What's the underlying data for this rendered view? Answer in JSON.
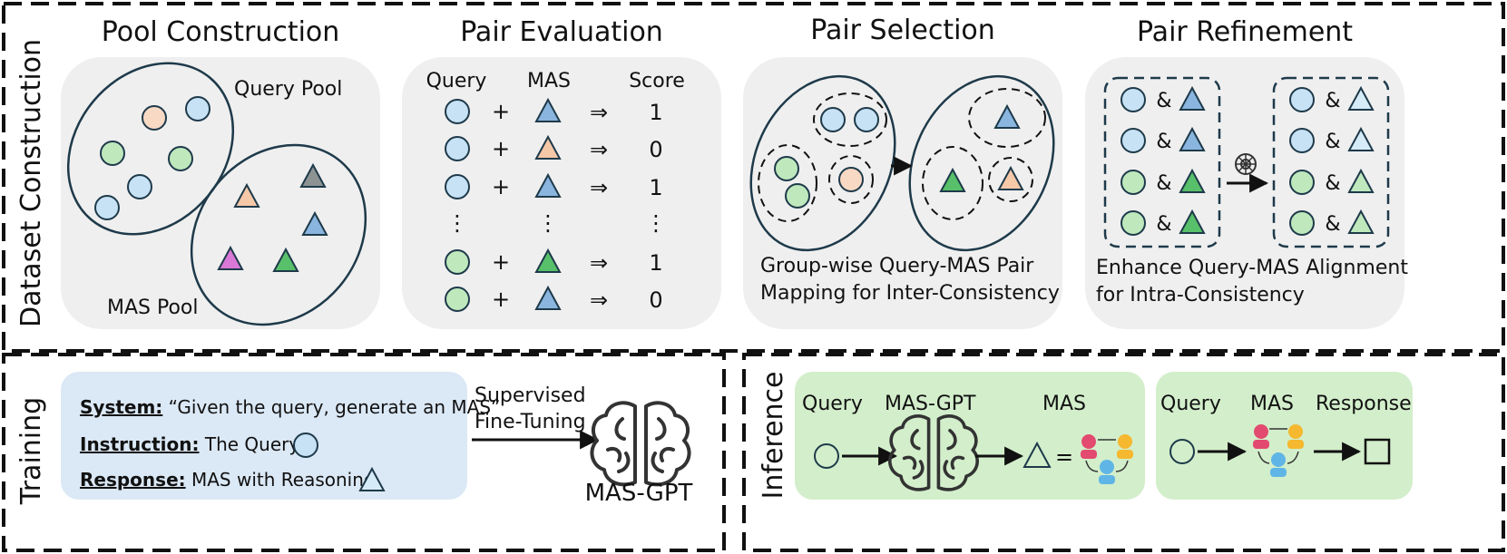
{
  "stages": {
    "pool": "Pool Construction",
    "eval": "Pair Evaluation",
    "select": "Pair Selection",
    "refine": "Pair Refinement"
  },
  "side": {
    "dataset": "Dataset Construction",
    "training": "Training",
    "inference": "Inference"
  },
  "pool": {
    "query_pool": "Query Pool",
    "mas_pool": "MAS Pool"
  },
  "eval": {
    "headers": [
      "Query",
      "MAS",
      "Score"
    ],
    "plus": "+",
    "implies": "⇒",
    "rows": [
      "1",
      "0",
      "1",
      "1",
      "0"
    ],
    "ellipsis": "⋮"
  },
  "select": {
    "caption1": "Group-wise Query-MAS Pair",
    "caption2": "Mapping for Inter-Consistency"
  },
  "refine": {
    "amp": "&",
    "caption1": "Enhance Query-MAS Alignment",
    "caption2": "for Intra-Consistency"
  },
  "training": {
    "system_label": "System:",
    "system_text": " “Given the query, generate an MAS”",
    "instruction_label": "Instruction:",
    "instruction_text": " The Query",
    "response_label": "Response:",
    "response_text": " MAS with Reasoning",
    "sft1": "Supervised",
    "sft2": "Fine-Tuning",
    "model": "MAS-GPT"
  },
  "inference": {
    "query": "Query",
    "model": "MAS-GPT",
    "mas": "MAS",
    "equals": "=",
    "query2": "Query",
    "mas2": "MAS",
    "response": "Response"
  }
}
